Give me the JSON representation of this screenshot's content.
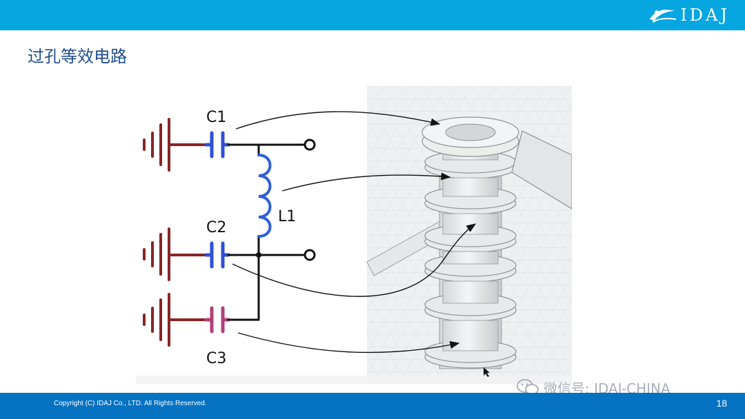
{
  "header": {
    "logo_text": "IDAJ",
    "bar_color": "#06a6e0"
  },
  "slide": {
    "title": "过孔等效电路"
  },
  "circuit": {
    "labels": {
      "c1": "C1",
      "c2": "C2",
      "c3": "C3",
      "l1": "L1"
    },
    "colors": {
      "ground": "#8b2323",
      "capacitor": "#2f4fd6",
      "capacitor3": "#b04078",
      "inductor": "#2f5fd6",
      "wire": "#111111"
    }
  },
  "footer": {
    "copyright": "Copyright  (C)  IDAJ Co., LTD. All Rights Reserved.",
    "page_number": "18",
    "bar_color": "#0572c2"
  },
  "watermark": {
    "text": "微信号: IDAJ-CHINA"
  }
}
